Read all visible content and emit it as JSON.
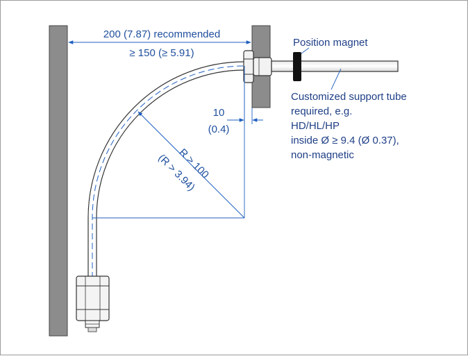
{
  "dimensions": {
    "recommended": "200 (7.87) recommended",
    "minimum": "≥ 150 (≥ 5.91)",
    "offset_value": "10",
    "offset_inch": "(0.4)",
    "radius": "R > 100",
    "radius_inch": "(R > 3.94)"
  },
  "labels": {
    "position_magnet": "Position magnet",
    "note_line1": "Customized support tube",
    "note_line2": "required, e.g.",
    "note_line3": "HD/HL/HP",
    "note_line4": "inside Ø ≥ 9.4 (Ø 0.37),",
    "note_line5": "non-magnetic"
  },
  "colors": {
    "dimension_blue": "#1f5fbf",
    "wall_gray": "#8c8c8c",
    "outline": "#222222"
  }
}
